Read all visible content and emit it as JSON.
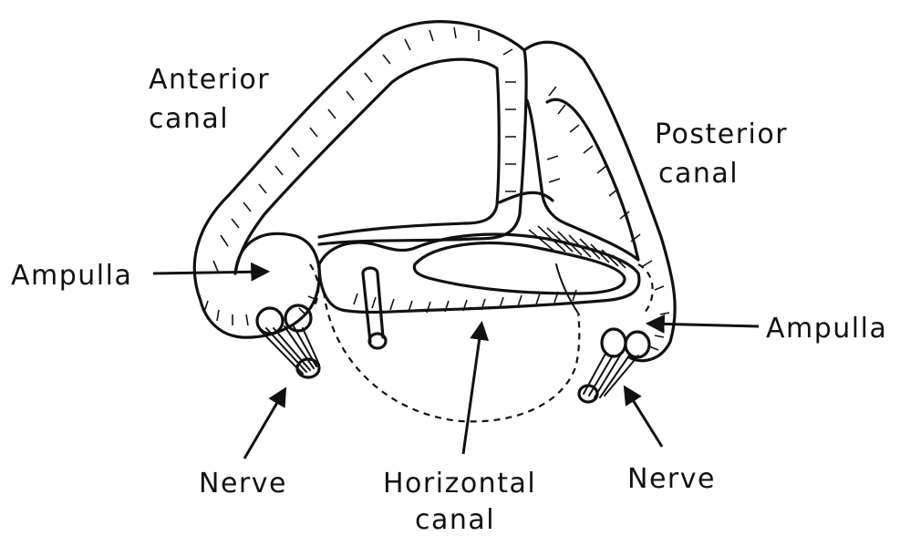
{
  "diagram": {
    "labels": {
      "anterior_canal_line1": "Anterior",
      "anterior_canal_line2": "canal",
      "posterior_canal_line1": "Posterior",
      "posterior_canal_line2": "canal",
      "ampulla_left": "Ampulla",
      "ampulla_right": "Ampulla",
      "nerve_left": "Nerve",
      "nerve_right": "Nerve",
      "horizontal_canal_line1": "Horizontal",
      "horizontal_canal_line2": "canal"
    },
    "colors": {
      "ink": "#111111",
      "background": "#ffffff"
    }
  }
}
